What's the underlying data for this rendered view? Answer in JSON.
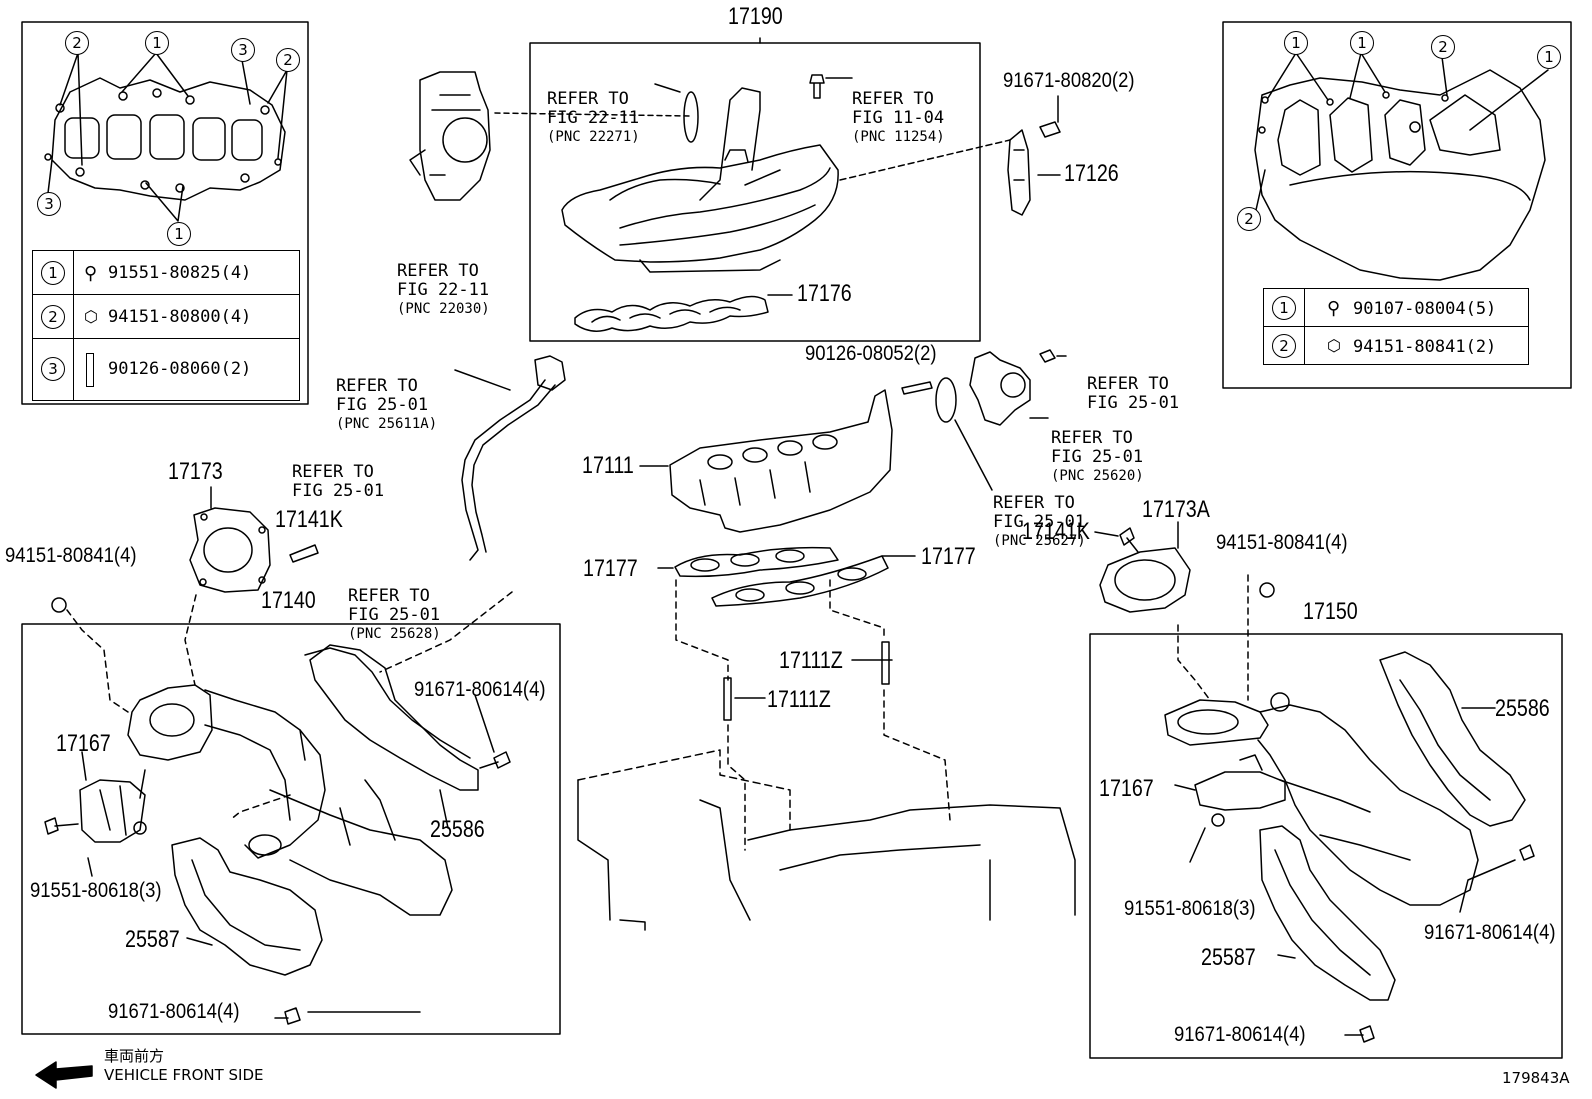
{
  "diagram_id": "179843A",
  "front_side": {
    "jp": "車両前方",
    "en": "VEHICLE FRONT SIDE"
  },
  "parts": {
    "p17190": "17190",
    "p17126": "17126",
    "p17176": "17176",
    "p17111": "17111",
    "p17173": "17173",
    "p17173A": "17173A",
    "p17141K_l": "17141K",
    "p17141K_r": "17141K",
    "p17140": "17140",
    "p17150": "17150",
    "p17177_l": "17177",
    "p17177_r": "17177",
    "p17111Z_a": "17111Z",
    "p17111Z_b": "17111Z",
    "p17167_l": "17167",
    "p17167_r": "17167",
    "p25586_l": "25586",
    "p25586_r": "25586",
    "p25587_l": "25587",
    "p25587_r": "25587",
    "f91671_80820": "91671-80820(2)",
    "f90126_08052": "90126-08052(2)",
    "f94151_80841_l": "94151-80841(4)",
    "f94151_80841_r": "94151-80841(4)",
    "f91671_80614_a": "91671-80614(4)",
    "f91671_80614_b": "91671-80614(4)",
    "f91671_80614_c": "91671-80614(4)",
    "f91671_80614_d": "91671-80614(4)",
    "f91551_80618_l": "91551-80618(3)",
    "f91551_80618_r": "91551-80618(3)"
  },
  "refs": {
    "r1": {
      "line1": "REFER TO",
      "line2": "FIG 22-11",
      "pnc": "(PNC 22271)"
    },
    "r2": {
      "line1": "REFER TO",
      "line2": "FIG 11-04",
      "pnc": "(PNC 11254)"
    },
    "r3": {
      "line1": "REFER TO",
      "line2": "FIG 22-11",
      "pnc": "(PNC 22030)"
    },
    "r4": {
      "line1": "REFER TO",
      "line2": "FIG 25-01",
      "pnc": "(PNC 25611A)"
    },
    "r5": {
      "line1": "REFER TO",
      "line2": "FIG 25-01"
    },
    "r6": {
      "line1": "REFER TO",
      "line2": "FIG 25-01",
      "pnc": "(PNC 25628)"
    },
    "r7": {
      "line1": "REFER TO",
      "line2": "FIG 25-01"
    },
    "r8": {
      "line1": "REFER TO",
      "line2": "FIG 25-01",
      "pnc": "(PNC 25620)"
    },
    "r9": {
      "line1": "REFER TO",
      "line2": "FIG 25-01",
      "pnc": "(PNC 25627)"
    }
  },
  "legend_left": [
    {
      "num": "1",
      "part": "91551-80825(4)",
      "icon": "bolt-icon"
    },
    {
      "num": "2",
      "part": "94151-80800(4)",
      "icon": "nut-icon"
    },
    {
      "num": "3",
      "part": "90126-08060(2)",
      "icon": "stud-icon"
    }
  ],
  "legend_right": [
    {
      "num": "1",
      "part": "90107-08004(5)",
      "icon": "bolt-icon"
    },
    {
      "num": "2",
      "part": "94151-80841(2)",
      "icon": "nut-icon"
    }
  ],
  "callouts": {
    "one": "1",
    "two": "2",
    "three": "3"
  }
}
